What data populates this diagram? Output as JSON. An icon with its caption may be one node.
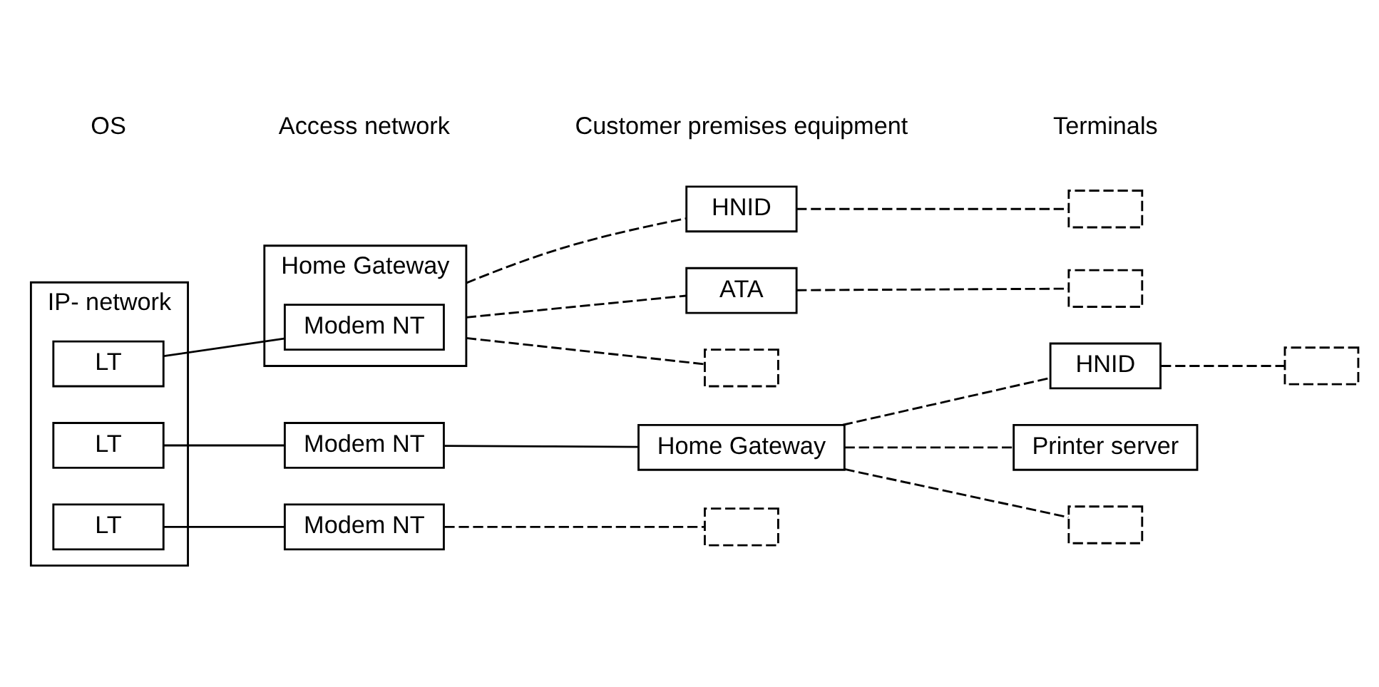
{
  "diagram": {
    "nodes": [
      {
        "text": [
          "IP- network"
        ]
      },
      {
        "text": [
          "LT"
        ],
        "in": 0
      },
      {
        "text": [
          "LT"
        ],
        "in": 0
      },
      {
        "text": [
          "LT"
        ],
        "in": 0
      },
      {
        "text": [
          "Home Gateway"
        ]
      },
      {
        "text": [
          "Modem NT"
        ],
        "in": 4
      },
      {
        "text": [
          "HNID"
        ]
      },
      {
        "text": [
          "ATA"
        ]
      },
      {
        "text": [],
        "shape": "box"
      },
      {
        "text": [],
        "shape": "box"
      },
      {
        "text": [],
        "shape": "box"
      },
      {
        "text": [
          "Modem NT"
        ]
      },
      {
        "text": [
          "Home Gateway"
        ]
      },
      {
        "text": [
          "HNID"
        ]
      },
      {
        "text": [
          "Printer server"
        ]
      },
      {
        "text": [],
        "shape": "box"
      },
      {
        "text": [],
        "shape": "box"
      },
      {
        "text": [
          "Modem NT"
        ]
      },
      {
        "text": [],
        "shape": "box"
      }
    ],
    "edges": [
      {
        "from": 1,
        "to": 5,
        "arrow": "none"
      },
      {
        "from": 4,
        "to": 8,
        "arrow": "none",
        "style": "dashed"
      },
      {
        "from": 4,
        "to": 6,
        "arrow": "none",
        "style": "dashed"
      },
      {
        "from": 6,
        "to": 9,
        "arrow": "none",
        "style": "dashed"
      },
      {
        "from": 4,
        "to": 7,
        "arrow": "none",
        "style": "dashed"
      },
      {
        "from": 7,
        "to": 10,
        "arrow": "none",
        "style": "dashed"
      },
      {
        "from": 2,
        "to": 11,
        "arrow": "none"
      },
      {
        "from": 11,
        "to": 12,
        "arrow": "none"
      },
      {
        "from": 12,
        "to": 15,
        "arrow": "none",
        "style": "dashed"
      },
      {
        "from": 12,
        "to": 13,
        "arrow": "none",
        "style": "dashed"
      },
      {
        "from": 13,
        "to": 16,
        "arrow": "none",
        "style": "dashed"
      },
      {
        "from": 12,
        "to": 14,
        "arrow": "none",
        "style": "dashed"
      },
      {
        "from": 3,
        "to": 17,
        "arrow": "none"
      },
      {
        "from": 17,
        "to": 18,
        "arrow": "none",
        "style": "dashed"
      }
    ],
    "labels": [
      "OS",
      "Access network",
      "Customer premises equipment",
      "Terminals"
    ]
  }
}
